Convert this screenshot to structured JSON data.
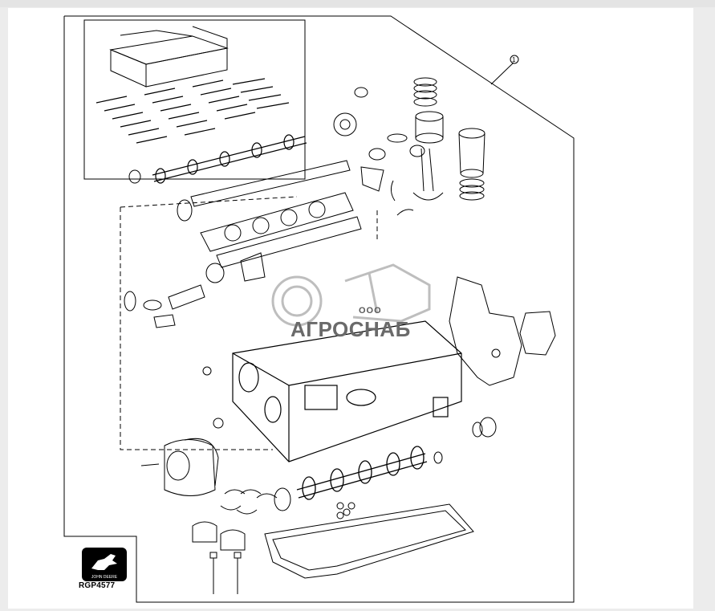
{
  "diagram": {
    "callout_number": "1",
    "reference_code": "RGP4577",
    "logo": {
      "brand_text": "JOHN DEERE",
      "icon": "deere-leaping-deer-icon"
    },
    "watermark": {
      "company_prefix": "ООО",
      "brand": "АГРОСНАБ",
      "icon": "gear-truck-watermark-icon"
    }
  },
  "colors": {
    "line": "#000000",
    "watermark": "#6a6a6a",
    "background": "#ffffff"
  }
}
